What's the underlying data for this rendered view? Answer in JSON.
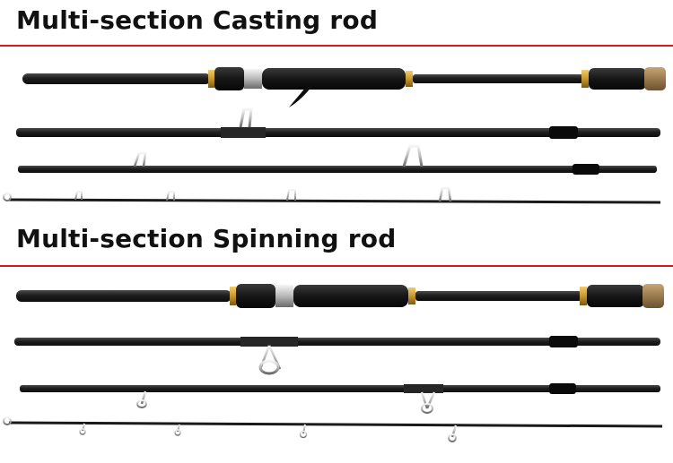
{
  "sections": [
    {
      "title": "Multi-section Casting rod",
      "rod_type": "casting"
    },
    {
      "title": "Multi-section Spinning rod",
      "rod_type": "spinning"
    }
  ],
  "colors": {
    "divider": "#d21c1c",
    "blank": "#1c1c1c",
    "grip_foam": "#141414",
    "cork": "#9a7a4e",
    "gold_ring": "#c9972e",
    "chrome": "#c8c8c8"
  }
}
